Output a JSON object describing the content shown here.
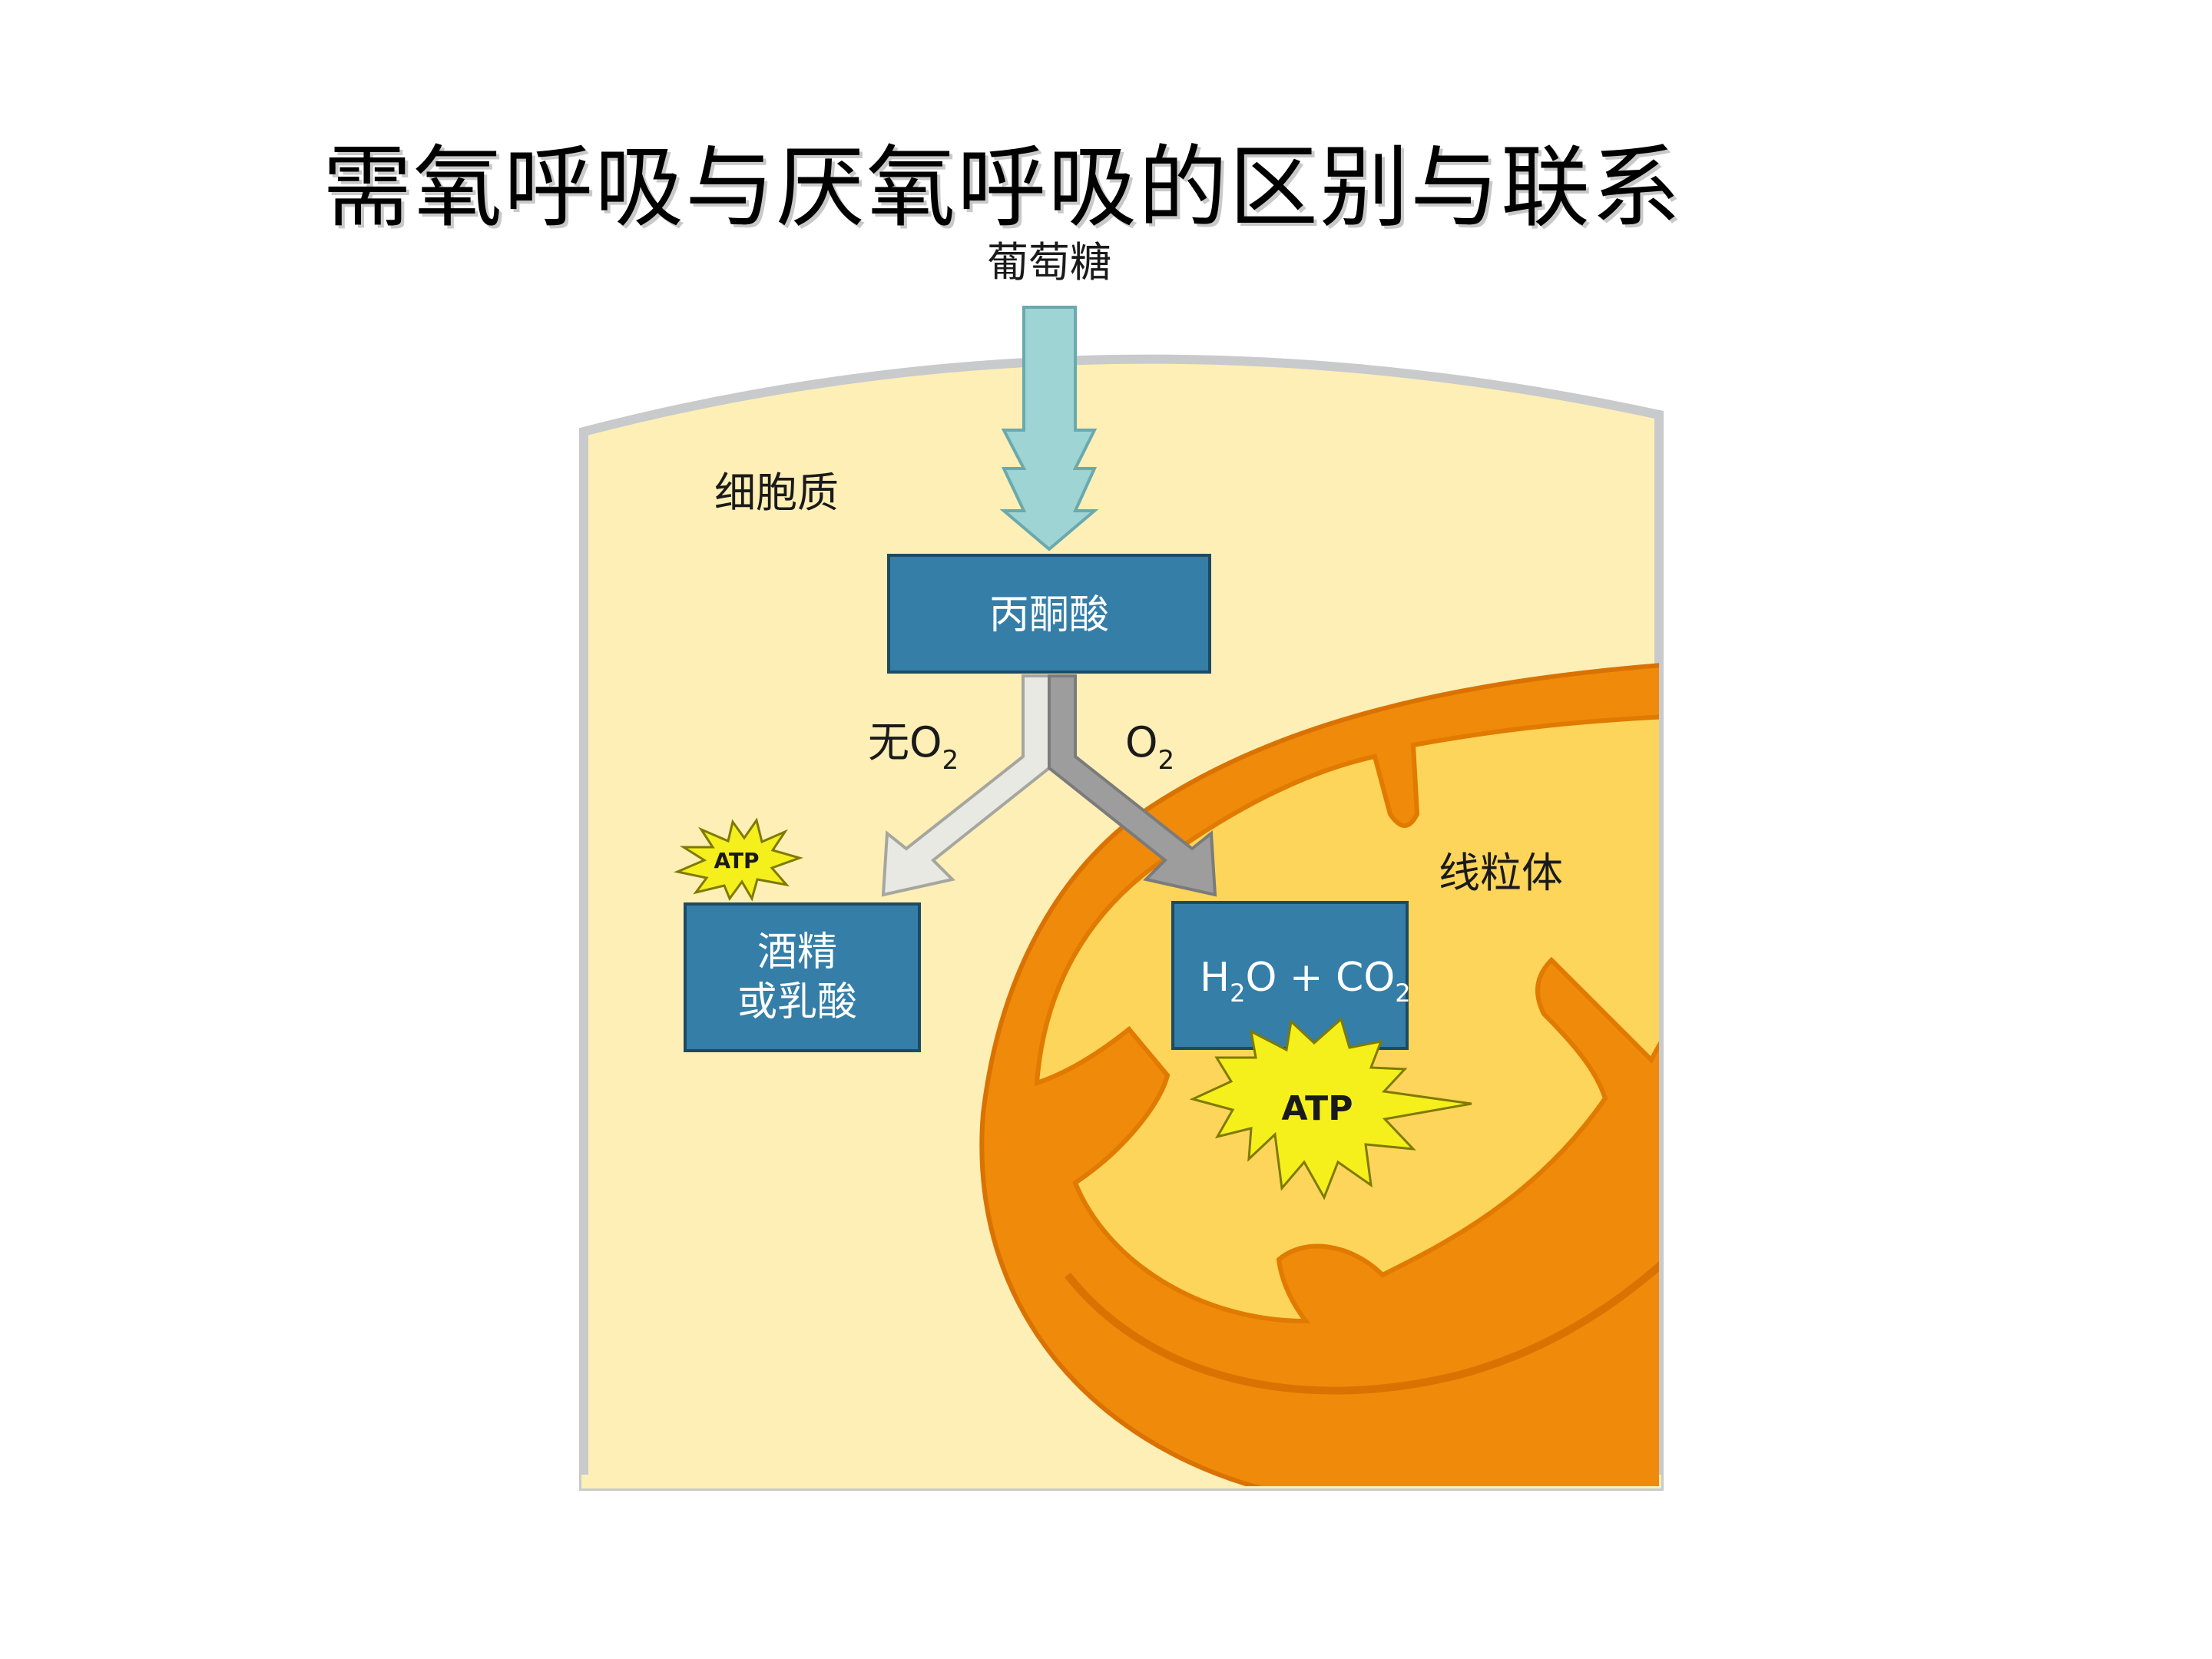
{
  "title": "需氧呼吸与厌氧呼吸的区别与联系",
  "diagram": {
    "glucose": "葡萄糖",
    "cytoplasm": "细胞质",
    "pyruvate": "丙酮酸",
    "no_oxygen": "无O",
    "no_oxygen_sub": "2",
    "oxygen": "O",
    "oxygen_sub": "2",
    "mitochondrion": "线粒体",
    "anaerobic_product_line1": "酒精",
    "anaerobic_product_line2": "或乳酸",
    "aerobic_h": "H",
    "aerobic_h_sub": "2",
    "aerobic_rest": "O + CO",
    "aerobic_co2_sub": "2",
    "atp_small": "ATP",
    "atp_large": "ATP"
  },
  "colors": {
    "cytoplasm": "#fdefb6",
    "membrane": "#c8cacb",
    "mito_outer": "#f08a0a",
    "mito_inner": "#fcd55a",
    "box": "#347ea8",
    "glucose_arrow": "#9ed4d4",
    "arrow_no_o2": "#e9e9e4",
    "arrow_o2": "#9d9d9d",
    "atp_star": "#f5f01c"
  }
}
